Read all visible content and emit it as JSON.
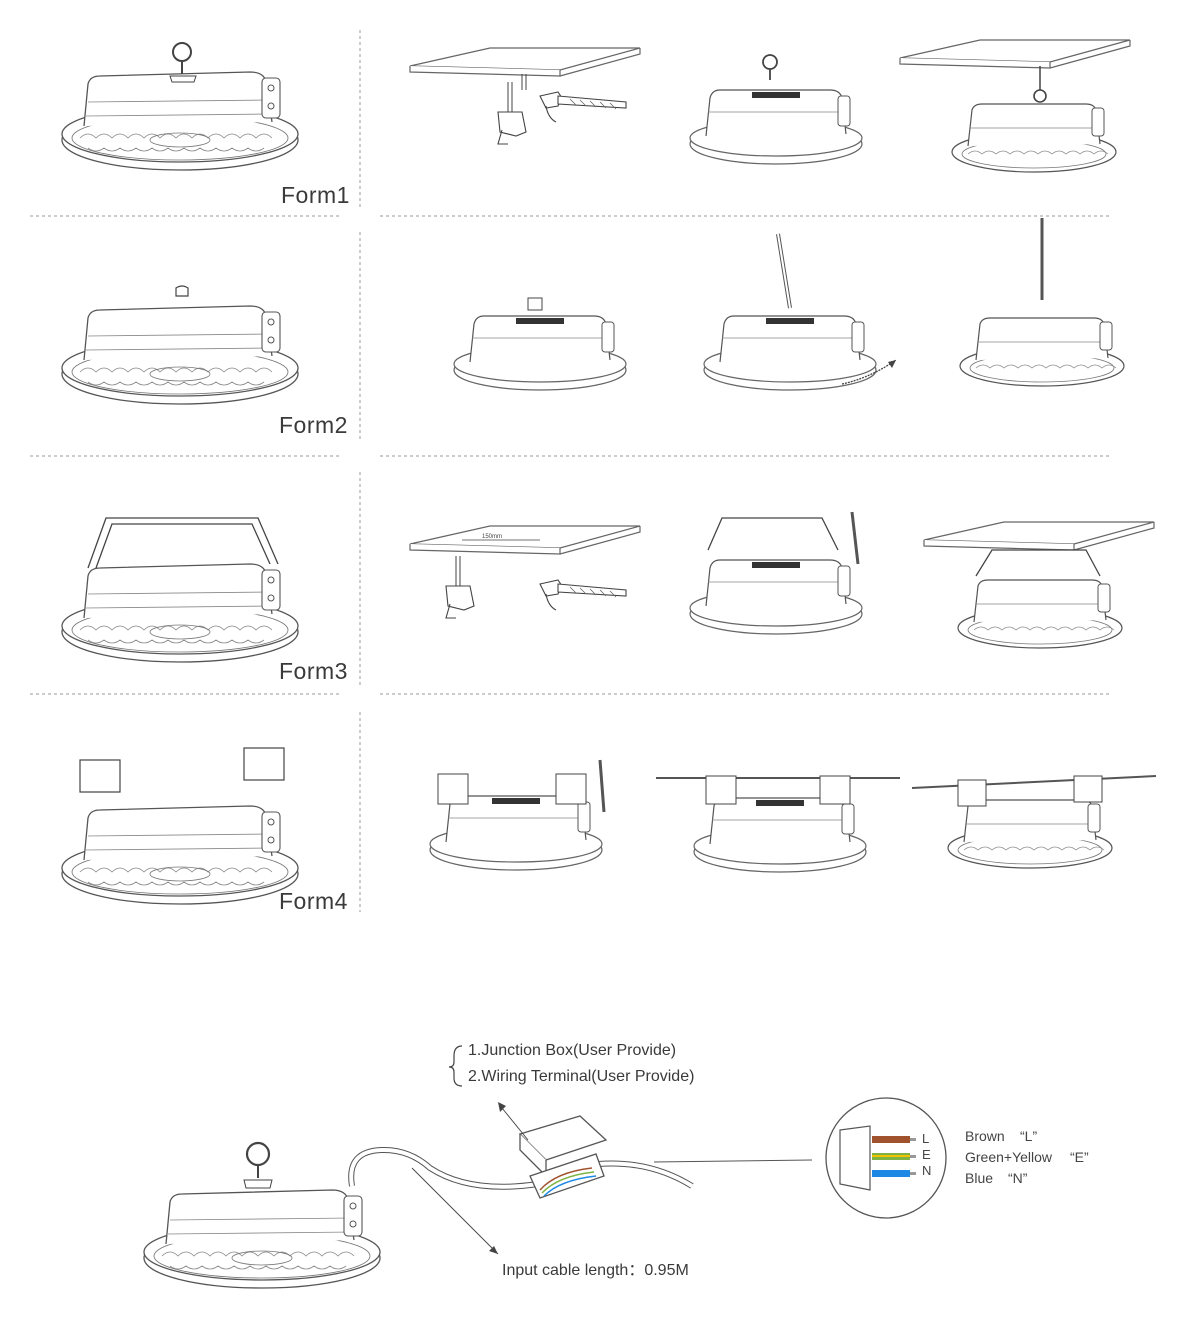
{
  "forms": [
    {
      "label": "Form1"
    },
    {
      "label": "Form2"
    },
    {
      "label": "Form3"
    },
    {
      "label": "Form4"
    }
  ],
  "measure_label": "150mm",
  "notes": {
    "junction_box": "1.Junction Box(User Provide)",
    "wiring_terminal": "2.Wiring Terminal(User Provide)",
    "cable_length": "Input cable length：0.95M"
  },
  "wiring": {
    "letters": [
      "L",
      "E",
      "N"
    ],
    "legend": [
      {
        "name": "Brown",
        "code": "“L”",
        "color": "#a0522d"
      },
      {
        "name": "Green+Yellow",
        "code": "“E”",
        "color": "#7cb342"
      },
      {
        "name": "Blue",
        "code": "“N”",
        "color": "#1e88e5"
      }
    ],
    "yellow": "#f2c200"
  }
}
